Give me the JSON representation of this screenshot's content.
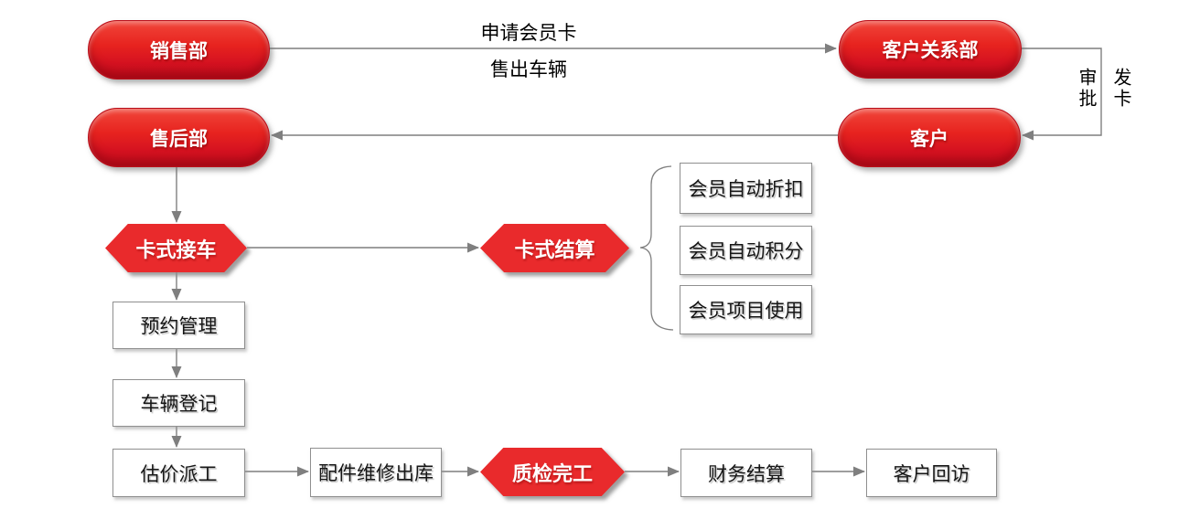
{
  "diagram": {
    "title_semantic": "membership-card-service-flowchart",
    "colors": {
      "shape_red": "#e92a2c",
      "pill_red_top": "#f1463a",
      "pill_red_bottom": "#c20d1c",
      "connector_gray": "#7f7f7f",
      "box_border_gray": "#8f8f8f",
      "box_text": "#161616",
      "shape_text": "#ffffff",
      "background": "#ffffff"
    },
    "pills": [
      {
        "id": "sales-dept",
        "label": "销售部"
      },
      {
        "id": "customer-relations-dept",
        "label": "客户关系部"
      },
      {
        "id": "after-sales-dept",
        "label": "售后部"
      },
      {
        "id": "customer",
        "label": "客户"
      }
    ],
    "hexagons": [
      {
        "id": "card-receive",
        "label": "卡式接车"
      },
      {
        "id": "card-settle",
        "label": "卡式结算"
      },
      {
        "id": "qc-complete",
        "label": "质检完工"
      }
    ],
    "boxes": [
      {
        "id": "member-auto-discount",
        "label": "会员自动折扣"
      },
      {
        "id": "member-auto-points",
        "label": "会员自动积分"
      },
      {
        "id": "member-item-usage",
        "label": "会员项目使用"
      },
      {
        "id": "appointment-management",
        "label": "预约管理"
      },
      {
        "id": "vehicle-registration",
        "label": "车辆登记"
      },
      {
        "id": "estimate-dispatch",
        "label": "估价派工"
      },
      {
        "id": "parts-repair-outbound",
        "label": "配件维修出库"
      },
      {
        "id": "finance-settlement",
        "label": "财务结算"
      },
      {
        "id": "customer-revisit",
        "label": "客户回访"
      }
    ],
    "edge_labels": {
      "apply_card": "申请会员卡",
      "sell_vehicle": "售出车辆",
      "approve": "审批",
      "issue_card": "发卡"
    }
  }
}
